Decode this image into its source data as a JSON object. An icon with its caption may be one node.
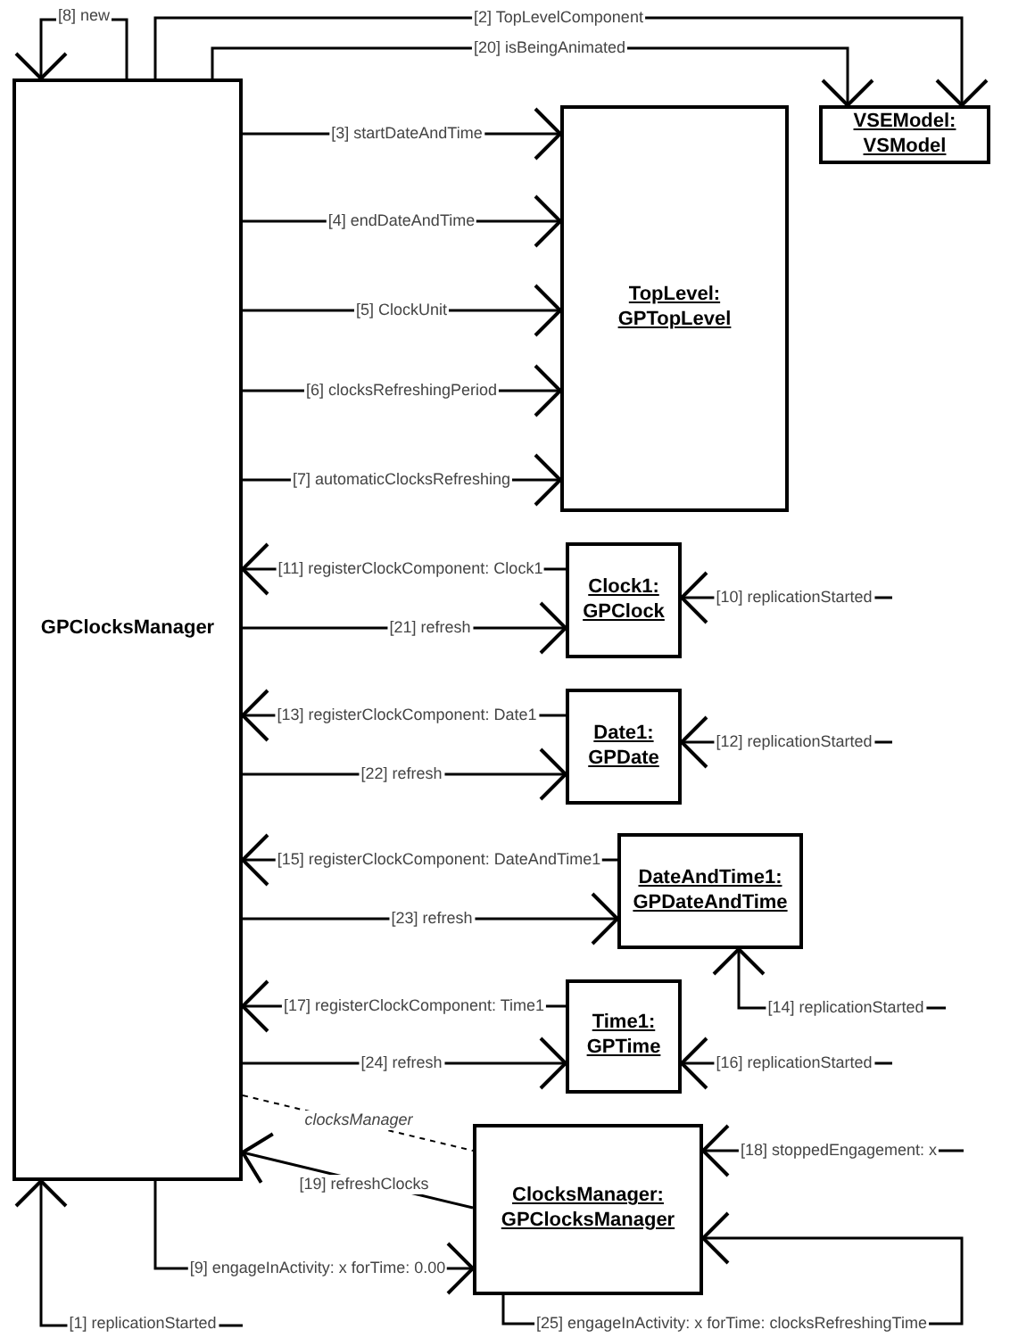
{
  "diagram": {
    "nodes": [
      {
        "text": [
          "GPClocksManager"
        ]
      },
      {
        "text": [
          "VSEModel: VSModel"
        ]
      },
      {
        "text": [
          "TopLevel: GPTopLevel"
        ]
      },
      {
        "text": [
          "Clock1: GPClock"
        ]
      },
      {
        "text": [
          "Date1: GPDate"
        ]
      },
      {
        "text": [
          "DateAndTime1: GPDateAndTime"
        ]
      },
      {
        "text": [
          "Time1: GPTime"
        ]
      },
      {
        "text": [
          "ClocksManager: GPClocksManager"
        ]
      }
    ],
    "edges": [
      {
        "from": null,
        "to": 0,
        "arrow": "to",
        "label": "[1] replicationStarted"
      },
      {
        "from": 0,
        "to": 1,
        "arrow": "to",
        "label": "[2] TopLevelComponent"
      },
      {
        "from": 0,
        "to": 2,
        "arrow": "to",
        "label": "[3] startDateAndTime"
      },
      {
        "from": 0,
        "to": 2,
        "arrow": "to",
        "label": "[4] endDateAndTime"
      },
      {
        "from": 0,
        "to": 2,
        "arrow": "to",
        "label": "[5] ClockUnit"
      },
      {
        "from": 0,
        "to": 2,
        "arrow": "to",
        "label": "[6] clocksRefreshingPeriod"
      },
      {
        "from": 0,
        "to": 2,
        "arrow": "to",
        "label": "[7] automaticClocksRefreshing"
      },
      {
        "from": 0,
        "to": 0,
        "arrow": "to",
        "label": "[8] new"
      },
      {
        "from": 0,
        "to": 7,
        "arrow": "to",
        "label": "[9] engageInActivity: x forTime: 0.00"
      },
      {
        "from": null,
        "to": 3,
        "arrow": "to",
        "label": "[10] replicationStarted"
      },
      {
        "from": 3,
        "to": 0,
        "arrow": "to",
        "label": "[11] registerClockComponent: Clock1"
      },
      {
        "from": null,
        "to": 4,
        "arrow": "to",
        "label": "[12] replicationStarted"
      },
      {
        "from": 4,
        "to": 0,
        "arrow": "to",
        "label": "[13] registerClockComponent: Date1"
      },
      {
        "from": null,
        "to": 5,
        "arrow": "to",
        "label": "[14] replicationStarted"
      },
      {
        "from": 5,
        "to": 0,
        "arrow": "to",
        "label": "[15] registerClockComponent: DateAndTime1"
      },
      {
        "from": null,
        "to": 6,
        "arrow": "to",
        "label": "[16] replicationStarted"
      },
      {
        "from": 6,
        "to": 0,
        "arrow": "to",
        "label": "[17] registerClockComponent: Time1"
      },
      {
        "from": null,
        "to": 7,
        "arrow": "to",
        "label": "[18] stoppedEngagement: x"
      },
      {
        "from": 7,
        "to": 0,
        "arrow": "to",
        "label": "[19] refreshClocks"
      },
      {
        "from": 0,
        "to": 1,
        "arrow": "to",
        "label": "[20] isBeingAnimated"
      },
      {
        "from": 0,
        "to": 3,
        "arrow": "to",
        "label": "[21] refresh"
      },
      {
        "from": 0,
        "to": 4,
        "arrow": "to",
        "label": "[22] refresh"
      },
      {
        "from": 0,
        "to": 5,
        "arrow": "to",
        "label": "[23] refresh"
      },
      {
        "from": 0,
        "to": 6,
        "arrow": "to",
        "label": "[24] refresh"
      },
      {
        "from": 7,
        "to": 7,
        "arrow": "to",
        "label": "[25] engageInActivity: x forTime: clocksRefreshingTime"
      },
      {
        "from": 0,
        "to": 7,
        "arrow": "none",
        "label": "clocksManager",
        "style": "dashed"
      }
    ]
  }
}
